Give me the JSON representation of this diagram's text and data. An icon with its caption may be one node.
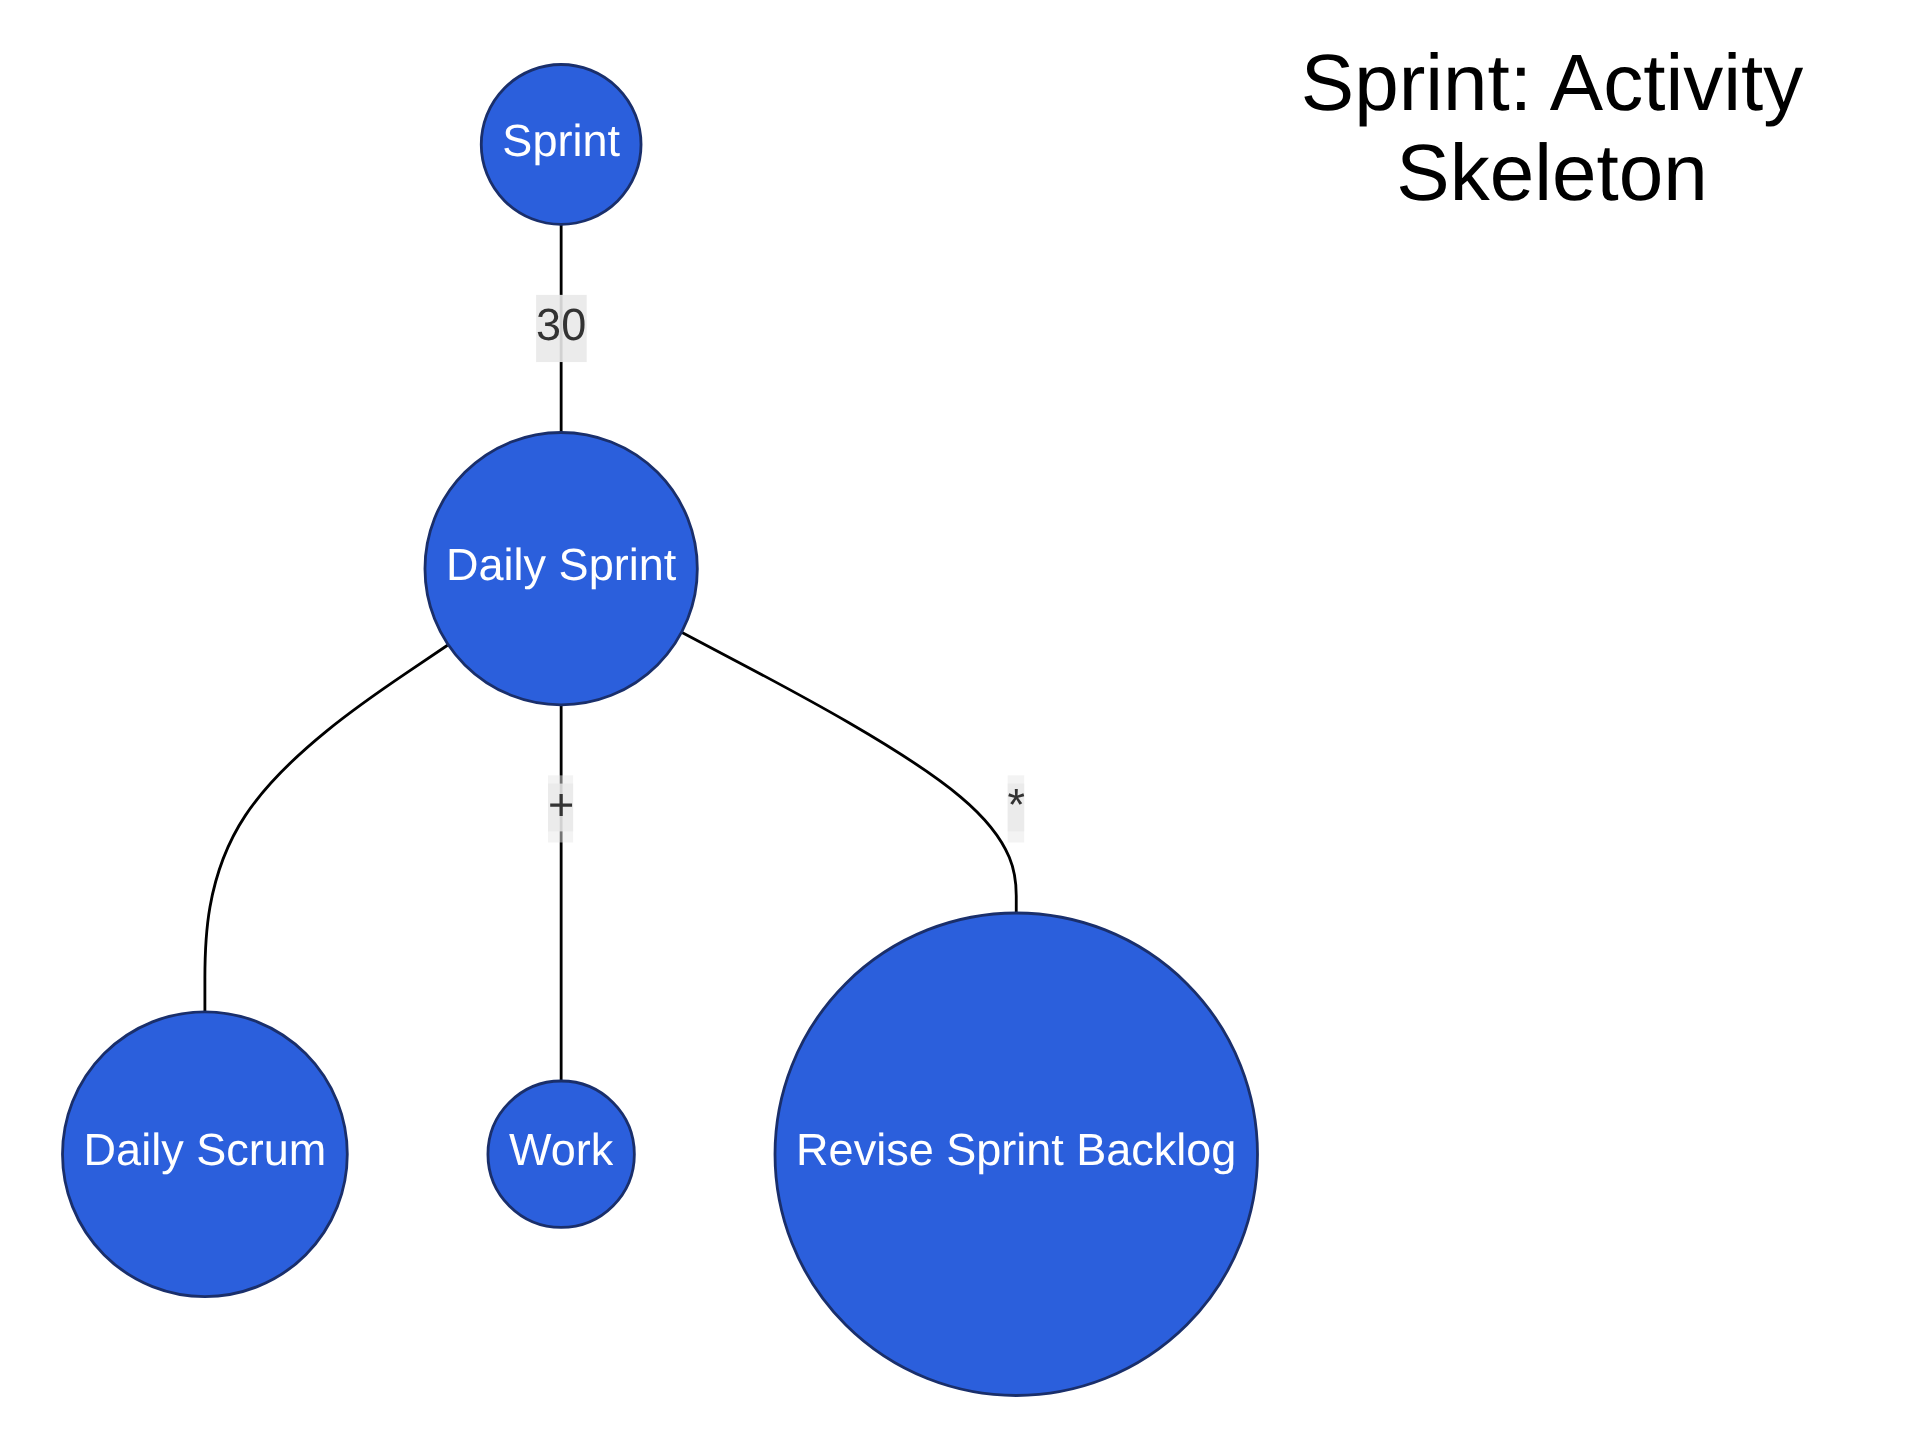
{
  "diagram": {
    "title": "Sprint: Activity Skeleton",
    "nodes": [
      {
        "text": [
          "Sprint"
        ]
      },
      {
        "text": [
          "Daily Sprint"
        ]
      },
      {
        "text": [
          "Daily Scrum"
        ]
      },
      {
        "text": [
          "Work"
        ]
      },
      {
        "text": [
          "Revise Sprint Backlog"
        ]
      }
    ],
    "edges": [
      {
        "from": 0,
        "to": 1,
        "label": "30",
        "arrow": "none"
      },
      {
        "from": 1,
        "to": 2,
        "arrow": "none"
      },
      {
        "from": 1,
        "to": 3,
        "label": "+",
        "arrow": "none"
      },
      {
        "from": 1,
        "to": 4,
        "label": "*",
        "arrow": "none"
      }
    ]
  }
}
